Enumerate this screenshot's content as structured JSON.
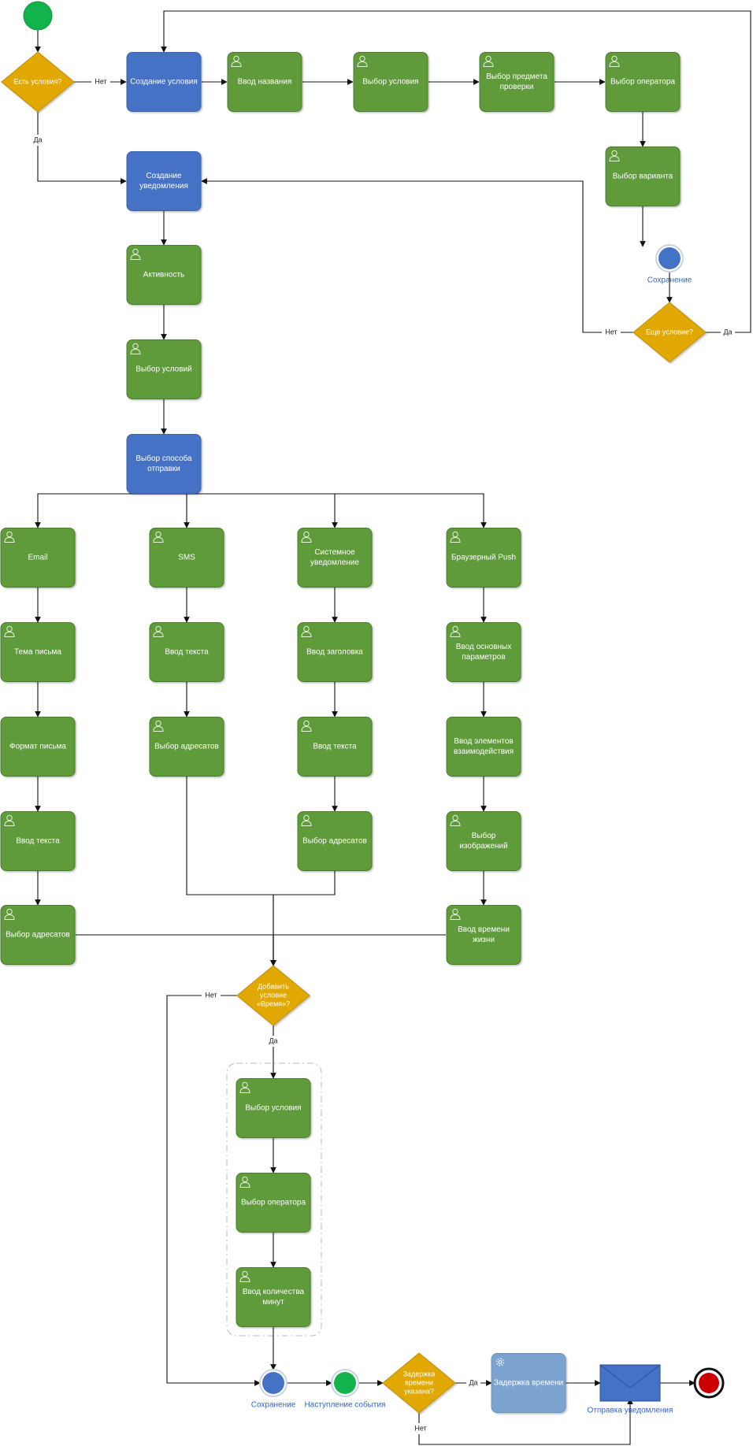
{
  "colors": {
    "task_green": "#5f9a3a",
    "task_blue": "#4472c4",
    "task_lightblue": "#7ba3d0",
    "gateway": "#e0a800",
    "start": "#12b24c",
    "end": "#cc0000",
    "save_event": "#4472c4"
  },
  "icons": {
    "user_task": "user-icon",
    "service_task": "gear-icon",
    "message": "envelope-icon"
  },
  "labels": {
    "yes": "Да",
    "no": "Нет"
  },
  "nodes": [
    {
      "id": "start",
      "type": "start",
      "label": ""
    },
    {
      "id": "g_conditions",
      "type": "gateway",
      "label": [
        "Есть условия?"
      ]
    },
    {
      "id": "create_condition",
      "type": "task-blue",
      "label": [
        "Создание условия"
      ],
      "icon": false
    },
    {
      "id": "enter_name",
      "type": "task",
      "label": [
        "Ввод названия"
      ],
      "icon": true
    },
    {
      "id": "choose_condition",
      "type": "task",
      "label": [
        "Выбор условия"
      ],
      "icon": true
    },
    {
      "id": "choose_subject",
      "type": "task",
      "label": [
        "Выбор предмета",
        "проверки"
      ],
      "icon": true
    },
    {
      "id": "choose_operator",
      "type": "task",
      "label": [
        "Выбор оператора"
      ],
      "icon": true
    },
    {
      "id": "choose_variant",
      "type": "task",
      "label": [
        "Выбор варианта"
      ],
      "icon": true
    },
    {
      "id": "save1",
      "type": "event-blue",
      "label": [
        "Сохранение"
      ]
    },
    {
      "id": "g_more",
      "type": "gateway",
      "label": [
        "Еще условие?"
      ]
    },
    {
      "id": "create_notification",
      "type": "task-blue",
      "label": [
        "Создание",
        "уведомления"
      ],
      "icon": false
    },
    {
      "id": "activity",
      "type": "task",
      "label": [
        "Активность"
      ],
      "icon": true
    },
    {
      "id": "choose_conditions",
      "type": "task",
      "label": [
        "Выбор условий"
      ],
      "icon": true
    },
    {
      "id": "choose_method",
      "type": "task-blue",
      "label": [
        "Выбор способа",
        "отправки"
      ],
      "icon": false
    },
    {
      "id": "email",
      "type": "task",
      "label": [
        "Email"
      ],
      "icon": true
    },
    {
      "id": "sms",
      "type": "task",
      "label": [
        "SMS"
      ],
      "icon": true
    },
    {
      "id": "system_notif",
      "type": "task",
      "label": [
        "Системное",
        "уведомление"
      ],
      "icon": true
    },
    {
      "id": "browser_push",
      "type": "task",
      "label": [
        "Браузерный Push"
      ],
      "icon": true
    },
    {
      "id": "email_subject",
      "type": "task",
      "label": [
        "Тема письма"
      ],
      "icon": true
    },
    {
      "id": "sms_text",
      "type": "task",
      "label": [
        "Ввод текста"
      ],
      "icon": true
    },
    {
      "id": "sys_title",
      "type": "task",
      "label": [
        "Ввод заголовка"
      ],
      "icon": true
    },
    {
      "id": "push_params",
      "type": "task",
      "label": [
        "Ввод основных",
        "параметров"
      ],
      "icon": true
    },
    {
      "id": "email_format",
      "type": "task",
      "label": [
        "Формат письма"
      ],
      "icon": false
    },
    {
      "id": "sms_recipients",
      "type": "task",
      "label": [
        "Выбор адресатов"
      ],
      "icon": true
    },
    {
      "id": "sys_text",
      "type": "task",
      "label": [
        "Ввод текста"
      ],
      "icon": true
    },
    {
      "id": "push_elements",
      "type": "task",
      "label": [
        "Ввод элементов",
        "взаимодействия"
      ],
      "icon": false
    },
    {
      "id": "email_text",
      "type": "task",
      "label": [
        "Ввод текста"
      ],
      "icon": true
    },
    {
      "id": "sys_recipients",
      "type": "task",
      "label": [
        "Выбор адресатов"
      ],
      "icon": true
    },
    {
      "id": "push_images",
      "type": "task",
      "label": [
        "Выбор",
        "изображений"
      ],
      "icon": true
    },
    {
      "id": "email_recipients",
      "type": "task",
      "label": [
        "Выбор адресатов"
      ],
      "icon": true
    },
    {
      "id": "push_ttl",
      "type": "task",
      "label": [
        "Ввод времени",
        "жизни"
      ],
      "icon": true
    },
    {
      "id": "g_time",
      "type": "gateway",
      "label": [
        "Добавить",
        "условие",
        "«Время»?"
      ]
    },
    {
      "id": "t_condition",
      "type": "task",
      "label": [
        "Выбор условия"
      ],
      "icon": true
    },
    {
      "id": "t_operator",
      "type": "task",
      "label": [
        "Выбор оператора"
      ],
      "icon": true
    },
    {
      "id": "t_minutes",
      "type": "task",
      "label": [
        "Ввод количества",
        "минут"
      ],
      "icon": true
    },
    {
      "id": "save2",
      "type": "event-blue",
      "label": [
        "Сохранение"
      ]
    },
    {
      "id": "event_occur",
      "type": "event-green",
      "label": [
        "Наступление события"
      ]
    },
    {
      "id": "g_delay",
      "type": "gateway",
      "label": [
        "Задержка",
        "времени",
        "указана?"
      ]
    },
    {
      "id": "delay_task",
      "type": "task-service",
      "label": [
        "Задержка времени"
      ],
      "icon": true
    },
    {
      "id": "send_notif",
      "type": "message",
      "label": [
        "Отправка уведомления"
      ]
    },
    {
      "id": "end",
      "type": "end",
      "label": ""
    }
  ],
  "edges": [
    {
      "from": "start",
      "to": "g_conditions",
      "label": ""
    },
    {
      "from": "g_conditions",
      "to": "create_condition",
      "label": "Нет"
    },
    {
      "from": "g_conditions",
      "to": "create_notification",
      "label": "Да"
    },
    {
      "from": "create_condition",
      "to": "enter_name",
      "label": ""
    },
    {
      "from": "enter_name",
      "to": "choose_condition",
      "label": ""
    },
    {
      "from": "choose_condition",
      "to": "choose_subject",
      "label": ""
    },
    {
      "from": "choose_subject",
      "to": "choose_operator",
      "label": ""
    },
    {
      "from": "choose_operator",
      "to": "choose_variant",
      "label": ""
    },
    {
      "from": "choose_variant",
      "to": "save1",
      "label": ""
    },
    {
      "from": "save1",
      "to": "g_more",
      "label": ""
    },
    {
      "from": "g_more",
      "to": "create_notification",
      "label": "Нет"
    },
    {
      "from": "g_more",
      "to": "create_condition",
      "label": "Да"
    },
    {
      "from": "create_notification",
      "to": "activity",
      "label": ""
    },
    {
      "from": "activity",
      "to": "choose_conditions",
      "label": ""
    },
    {
      "from": "choose_conditions",
      "to": "choose_method",
      "label": ""
    },
    {
      "from": "choose_method",
      "to": "email",
      "label": ""
    },
    {
      "from": "choose_method",
      "to": "sms",
      "label": ""
    },
    {
      "from": "choose_method",
      "to": "system_notif",
      "label": ""
    },
    {
      "from": "choose_method",
      "to": "browser_push",
      "label": ""
    },
    {
      "from": "email",
      "to": "email_subject",
      "label": ""
    },
    {
      "from": "email_subject",
      "to": "email_format",
      "label": ""
    },
    {
      "from": "email_format",
      "to": "email_text",
      "label": ""
    },
    {
      "from": "email_text",
      "to": "email_recipients",
      "label": ""
    },
    {
      "from": "sms",
      "to": "sms_text",
      "label": ""
    },
    {
      "from": "sms_text",
      "to": "sms_recipients",
      "label": ""
    },
    {
      "from": "system_notif",
      "to": "sys_title",
      "label": ""
    },
    {
      "from": "sys_title",
      "to": "sys_text",
      "label": ""
    },
    {
      "from": "sys_text",
      "to": "sys_recipients",
      "label": ""
    },
    {
      "from": "browser_push",
      "to": "push_params",
      "label": ""
    },
    {
      "from": "push_params",
      "to": "push_elements",
      "label": ""
    },
    {
      "from": "push_elements",
      "to": "push_images",
      "label": ""
    },
    {
      "from": "push_images",
      "to": "push_ttl",
      "label": ""
    },
    {
      "from": "email_recipients",
      "to": "g_time",
      "label": ""
    },
    {
      "from": "sms_recipients",
      "to": "g_time",
      "label": ""
    },
    {
      "from": "sys_recipients",
      "to": "g_time",
      "label": ""
    },
    {
      "from": "push_ttl",
      "to": "g_time",
      "label": ""
    },
    {
      "from": "g_time",
      "to": "t_condition",
      "label": "Да"
    },
    {
      "from": "g_time",
      "to": "save2",
      "label": "Нет"
    },
    {
      "from": "t_condition",
      "to": "t_operator",
      "label": ""
    },
    {
      "from": "t_operator",
      "to": "t_minutes",
      "label": ""
    },
    {
      "from": "t_minutes",
      "to": "save2",
      "label": ""
    },
    {
      "from": "save2",
      "to": "event_occur",
      "label": ""
    },
    {
      "from": "event_occur",
      "to": "g_delay",
      "label": ""
    },
    {
      "from": "g_delay",
      "to": "delay_task",
      "label": "Да"
    },
    {
      "from": "g_delay",
      "to": "send_notif",
      "label": "Нет"
    },
    {
      "from": "delay_task",
      "to": "send_notif",
      "label": ""
    },
    {
      "from": "send_notif",
      "to": "end",
      "label": ""
    }
  ]
}
